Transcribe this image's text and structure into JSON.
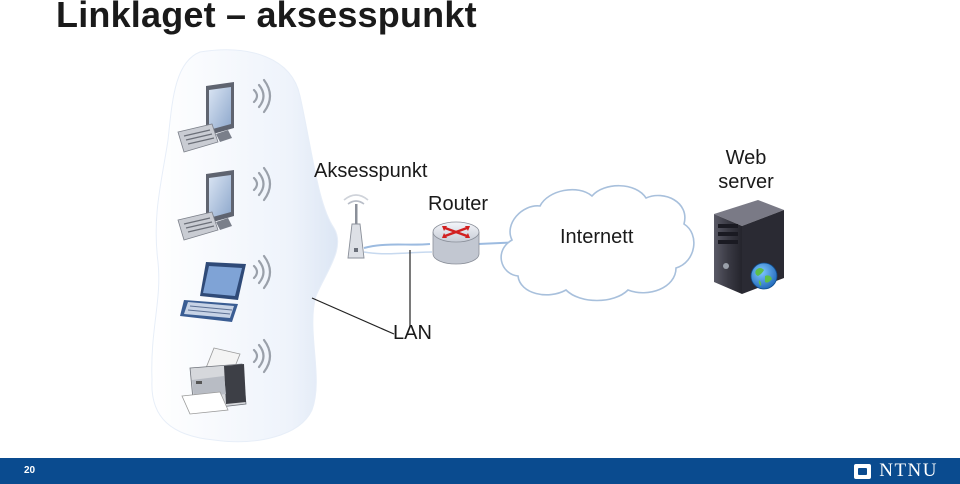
{
  "title": "Linklaget – aksesspunkt",
  "labels": {
    "access_point": "Aksesspunkt",
    "router": "Router",
    "internet": "Internett",
    "web_server_line1": "Web",
    "web_server_line2": "server",
    "lan": "LAN"
  },
  "footer": {
    "page_number": "20",
    "logo_text": "NTNU"
  },
  "colors": {
    "footer_bg": "#0a4b8f",
    "cloud_outline": "#a8c0dc",
    "lan_line": "#9cbbe0"
  },
  "icons": [
    "desktop-computer-icon",
    "desktop-computer-icon",
    "laptop-icon",
    "printer-icon",
    "wifi-signal-icon",
    "access-point-icon",
    "router-icon",
    "cloud-icon",
    "server-icon",
    "globe-icon"
  ]
}
